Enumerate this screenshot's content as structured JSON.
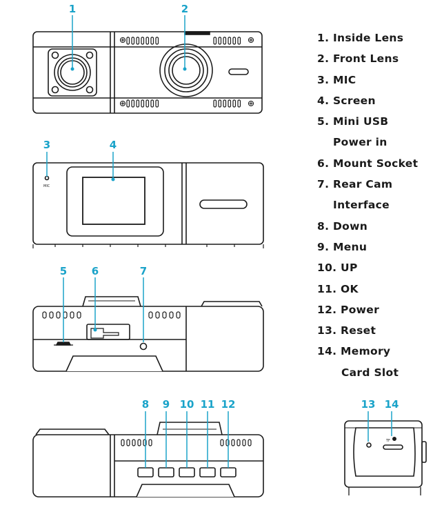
{
  "callouts": {
    "c1": "1",
    "c2": "2",
    "c3": "3",
    "c4": "4",
    "c5": "5",
    "c6": "6",
    "c7": "7",
    "c8": "8",
    "c9": "9",
    "c10": "10",
    "c11": "11",
    "c12": "12",
    "c13": "13",
    "c14": "14"
  },
  "mic_text": "MIC",
  "card_text": "TF",
  "legend": [
    "1. Inside Lens",
    "2. Front Lens",
    "3. MIC",
    "4. Screen",
    "5. Mini USB",
    "Power in",
    "6. Mount Socket",
    "7. Rear Cam",
    "Interface",
    "8. Down",
    "9. Menu",
    "10. UP",
    "11. OK",
    "12. Power",
    "13. Reset",
    "14. Memory",
    "Card Slot"
  ],
  "colors": {
    "accent": "#1aa3c9",
    "stroke": "#1a1a1a",
    "text": "#1a1a1a"
  }
}
